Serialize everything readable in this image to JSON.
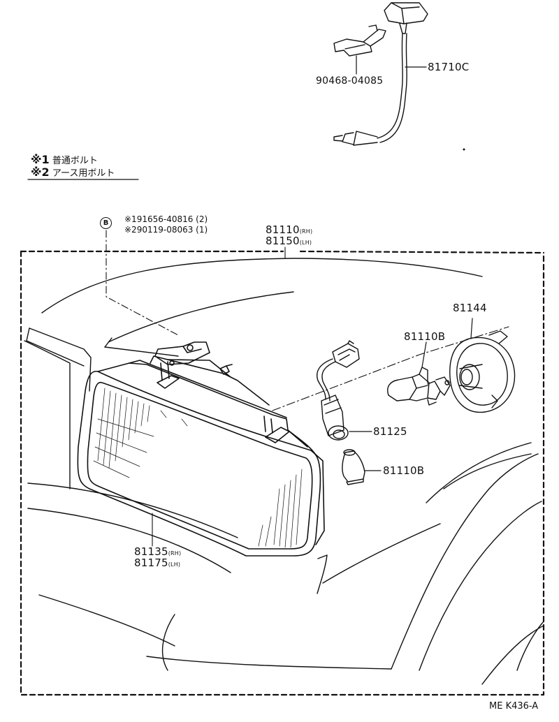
{
  "legend": {
    "note1": {
      "mark": "※1",
      "text": "普通ボルト"
    },
    "note2": {
      "mark": "※2",
      "text": "アース用ボルト"
    }
  },
  "bolt_ref": {
    "badge": "B",
    "line1": "※191656-40816 (2)",
    "line2": "※290119-08063 (1)"
  },
  "parts": {
    "p81710C": "81710C",
    "p90468": "90468-04085",
    "p81110": {
      "num": "81110",
      "suffix": "(RH)"
    },
    "p81150": {
      "num": "81150",
      "suffix": "(LH)"
    },
    "p81144": "81144",
    "p81110B_top": "81110B",
    "p81125": "81125",
    "p81110B_bottom": "81110B",
    "p81135": {
      "num": "81135",
      "suffix": "(RH)"
    },
    "p81175": {
      "num": "81175",
      "suffix": "(LH)"
    }
  },
  "diagram_code": "ME K436-A"
}
